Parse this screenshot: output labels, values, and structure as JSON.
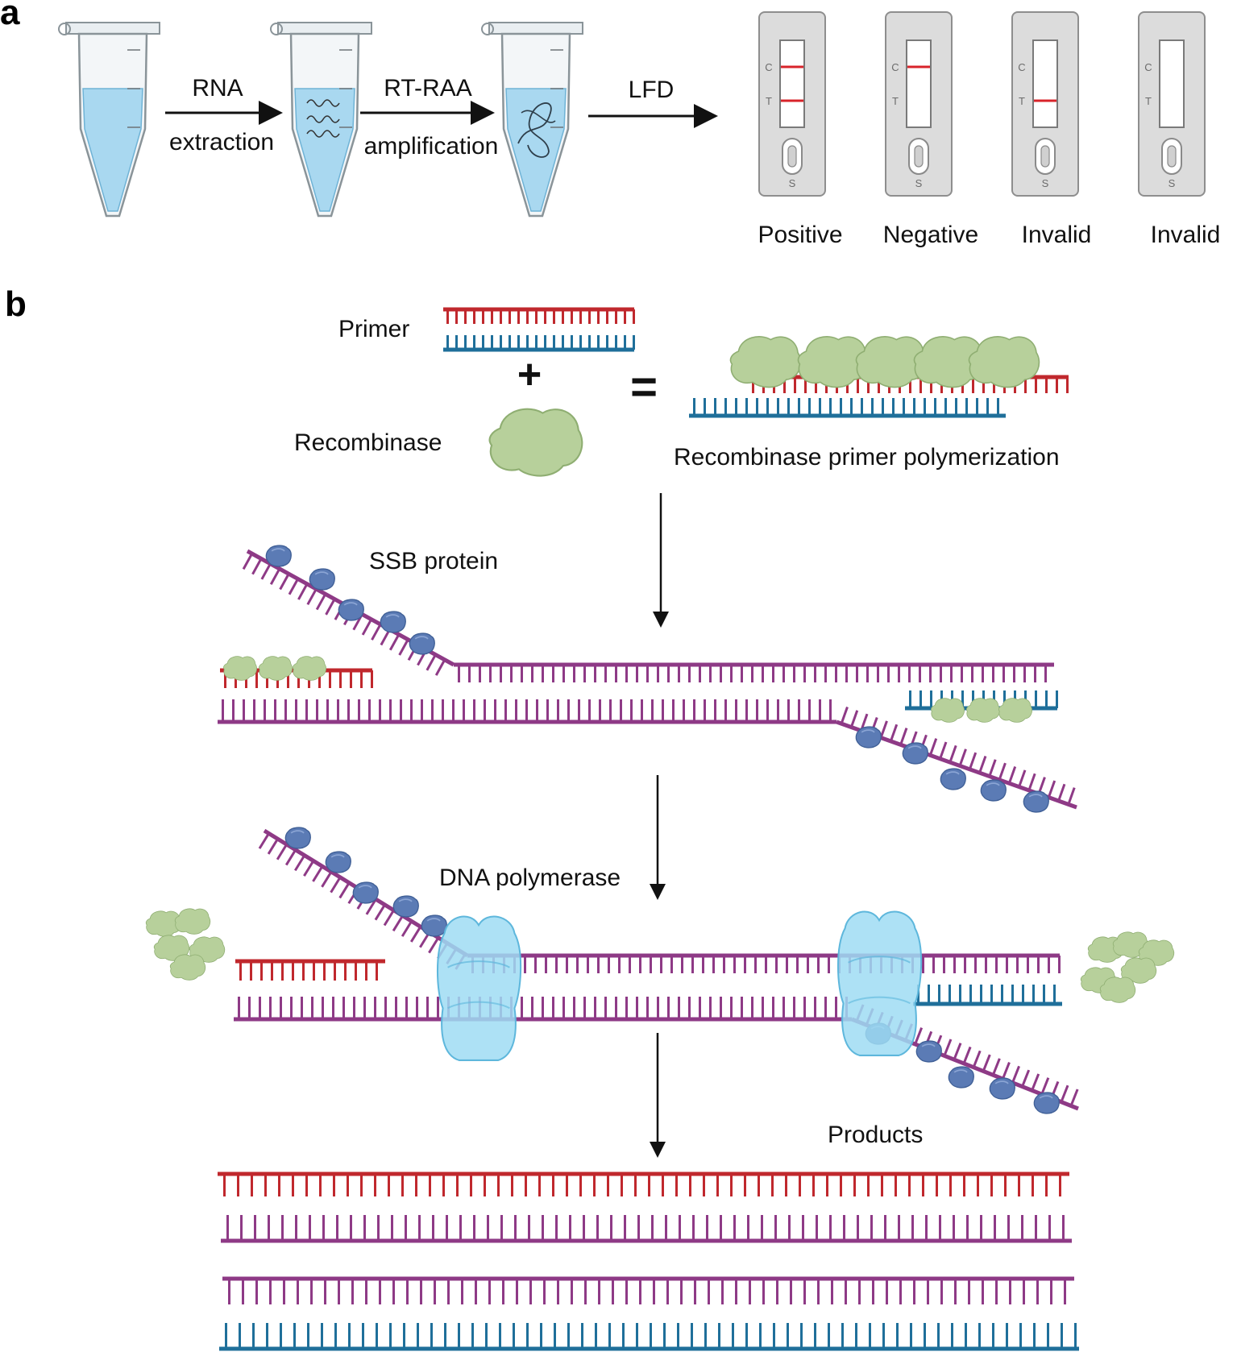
{
  "panel_a": {
    "label": "a",
    "steps": [
      {
        "top": "RNA",
        "bottom": "extraction"
      },
      {
        "top": "RT-RAA",
        "bottom": "amplification"
      },
      {
        "top": "LFD",
        "bottom": ""
      }
    ],
    "strips": [
      {
        "result": "Positive",
        "c_line": true,
        "t_line": true
      },
      {
        "result": "Negative",
        "c_line": true,
        "t_line": false
      },
      {
        "result": "Invalid",
        "c_line": false,
        "t_line": true
      },
      {
        "result": "Invalid",
        "c_line": false,
        "t_line": false
      }
    ],
    "strip_letters": {
      "c": "C",
      "t": "T",
      "s": "S"
    }
  },
  "panel_b": {
    "label": "b",
    "primer": "Primer",
    "recombinase": "Recombinase",
    "plus": "+",
    "equals": "=",
    "complex": "Recombinase primer polymerization",
    "ssb": "SSB protein",
    "polymerase": "DNA polymerase",
    "products": "Products"
  },
  "colors": {
    "primer_red": "#c0282d",
    "primer_blue": "#1f6f9a",
    "template": "#8e3a86",
    "recombinase": "#b5cf99",
    "ssb": "#5e7fb8",
    "polymerase": "#8fd3ef",
    "tube_liquid": "#a9d8f0",
    "arrow": "#111111"
  }
}
